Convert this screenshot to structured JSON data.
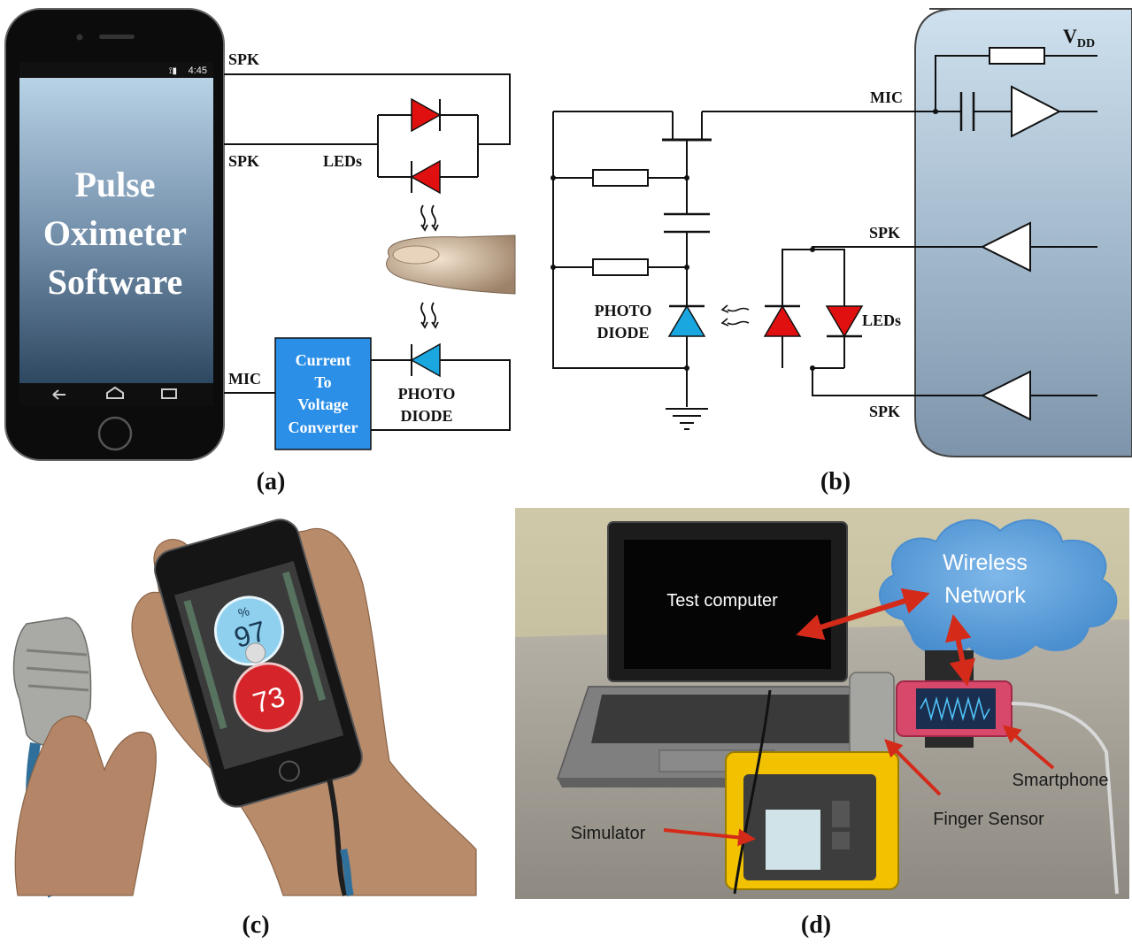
{
  "panel_a": {
    "phone": {
      "status_time": "4:45",
      "app_title_lines": [
        "Pulse",
        "Oximeter",
        "Software"
      ]
    },
    "labels": {
      "spk_top": "SPK",
      "spk_bottom": "SPK",
      "leds": "LEDs",
      "mic": "MIC",
      "converter_lines": [
        "Current",
        "To",
        "Voltage",
        "Converter"
      ],
      "photodiode_lines": [
        "PHOTO",
        "DIODE"
      ]
    },
    "caption": "(a)"
  },
  "panel_b": {
    "labels": {
      "vdd_main": "V",
      "vdd_sub": "DD",
      "mic": "MIC",
      "spk_top": "SPK",
      "spk_bottom": "SPK",
      "leds": "LEDs",
      "photodiode_lines": [
        "PHOTO",
        "DIODE"
      ]
    },
    "caption": "(b)"
  },
  "panel_c": {
    "readings": {
      "spo2_unit": "%",
      "spo2": "97",
      "pulse": "73"
    },
    "caption": "(c)"
  },
  "panel_d": {
    "labels": {
      "test_computer": "Test computer",
      "cloud_lines": [
        "Wireless",
        "Network"
      ],
      "smartphone": "Smartphone",
      "finger_sensor": "Finger Sensor",
      "simulator": "Simulator"
    },
    "caption": "(d)"
  },
  "colors": {
    "led_red": "#e01010",
    "photodiode_blue": "#1aa6df",
    "converter_blue": "#2b8fe8",
    "annotation_red": "#d42a1a",
    "cloud_blue": "#5aa0dc"
  }
}
